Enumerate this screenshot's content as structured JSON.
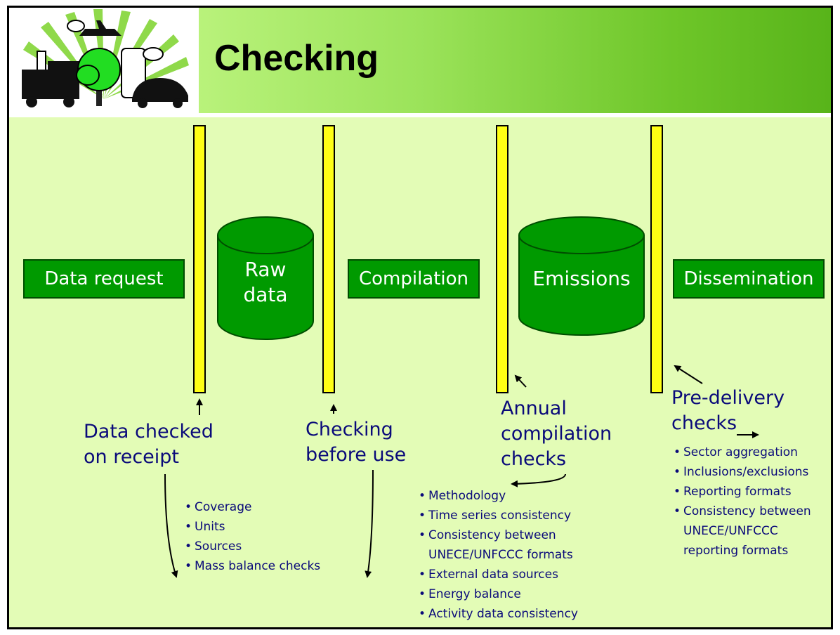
{
  "header": {
    "title": "Checking"
  },
  "process_boxes": {
    "data_request": "Data request",
    "compilation": "Compilation",
    "dissemination": "Dissemination"
  },
  "cylinders": {
    "raw_data_line1": "Raw",
    "raw_data_line2": "data",
    "emissions": "Emissions"
  },
  "checks": {
    "receipt": {
      "line1": "Data checked",
      "line2": "on receipt",
      "items": [
        "Coverage",
        "Units",
        "Sources",
        "Mass balance checks"
      ]
    },
    "before_use": {
      "line1": "Checking",
      "line2": "before use"
    },
    "annual": {
      "line1": "Annual",
      "line2": "compilation",
      "line3": "checks",
      "items": [
        "Methodology",
        "Time series consistency",
        "Consistency between",
        "UNECE/UNFCCC formats",
        "External data sources",
        "Energy balance",
        "Activity data consistency"
      ]
    },
    "pre_delivery": {
      "line1": "Pre-delivery",
      "line2": "checks",
      "items": [
        "Sector aggregation",
        "Inclusions/exclusions",
        "Reporting formats",
        "Consistency between",
        "UNECE/UNFCCC",
        "reporting formats"
      ]
    }
  },
  "colors": {
    "background": "#e3fcb6",
    "box_green": "#009a00",
    "check_bar_yellow": "#ffff14",
    "text_navy": "#0a0a7a"
  }
}
